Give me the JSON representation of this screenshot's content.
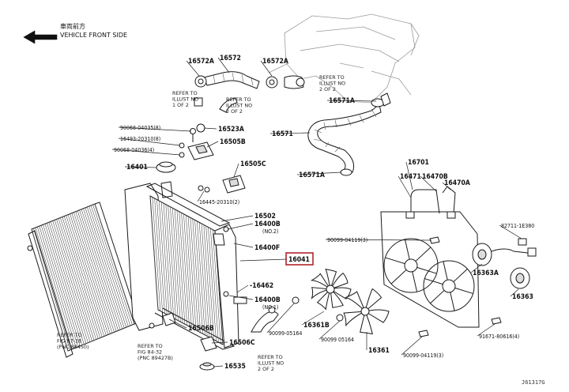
{
  "direction": {
    "caption_jp": "車両前方",
    "caption_en": "VEHICLE FRONT SIDE"
  },
  "highlighted_part": "16041",
  "callouts": {
    "p16572A_l": "16572A",
    "p16572": "16572",
    "p16572A_r": "16572A",
    "p16571A_t": "16571A",
    "p16571": "16571",
    "p16571A_b": "16571A",
    "p90068_04035": "90068-04035(8)",
    "p16493_20310": "16493-20310(8)",
    "p90068_04036": "90068-04036(4)",
    "p16401": "16401",
    "p16523A": "16523A",
    "p16505B": "16505B",
    "p16505C": "16505C",
    "p16445_20310": "16445-20310(2)",
    "p16502": "16502",
    "p16400B_t": "16400B",
    "p16400B_t_no": "(NO.2)",
    "p16400F": "16400F",
    "p16041": "16041",
    "p16462": "-16462",
    "p16400B_b": "16400B",
    "p16400B_b_no": "(NO.1)",
    "p16701": "16701",
    "p16471": "16471",
    "p16470B": "16470B",
    "p16470A": "16470A",
    "p90099_top": "90099-04119(3)",
    "p82711": "82711-1E380",
    "p16363A": "16363A",
    "p16363": "16363",
    "p16361B": "16361B",
    "p16361": "16361",
    "p90099_05164_l": "90099-05164",
    "p90099_05164_r": "90099 05164",
    "p90099_bottom": "90099-04119(3)",
    "p91671": "91671-80616(4)",
    "p16506B": "16506B",
    "p16506C": "16506C",
    "p16535": "16535"
  },
  "notes": {
    "refer_tl": [
      "REFER TO",
      "ILLUST NO",
      "1 OF 2"
    ],
    "refer_tm": [
      "REFER TO",
      "ILLUST NO",
      "2 OF 2"
    ],
    "refer_tr": [
      "REFER TO",
      "ILLUST NO",
      "2 OF 2"
    ],
    "refer_bm": [
      "REFER TO",
      "ILLUST NO",
      "2 OF 2"
    ],
    "refer_fig1": [
      "REFER TO",
      "FIG 87-18",
      "(PNC 88450)"
    ],
    "refer_fig2": [
      "REFER TO",
      "FIG 84-32",
      "(PNC 89427B)"
    ]
  },
  "figure_code": "J61317G"
}
